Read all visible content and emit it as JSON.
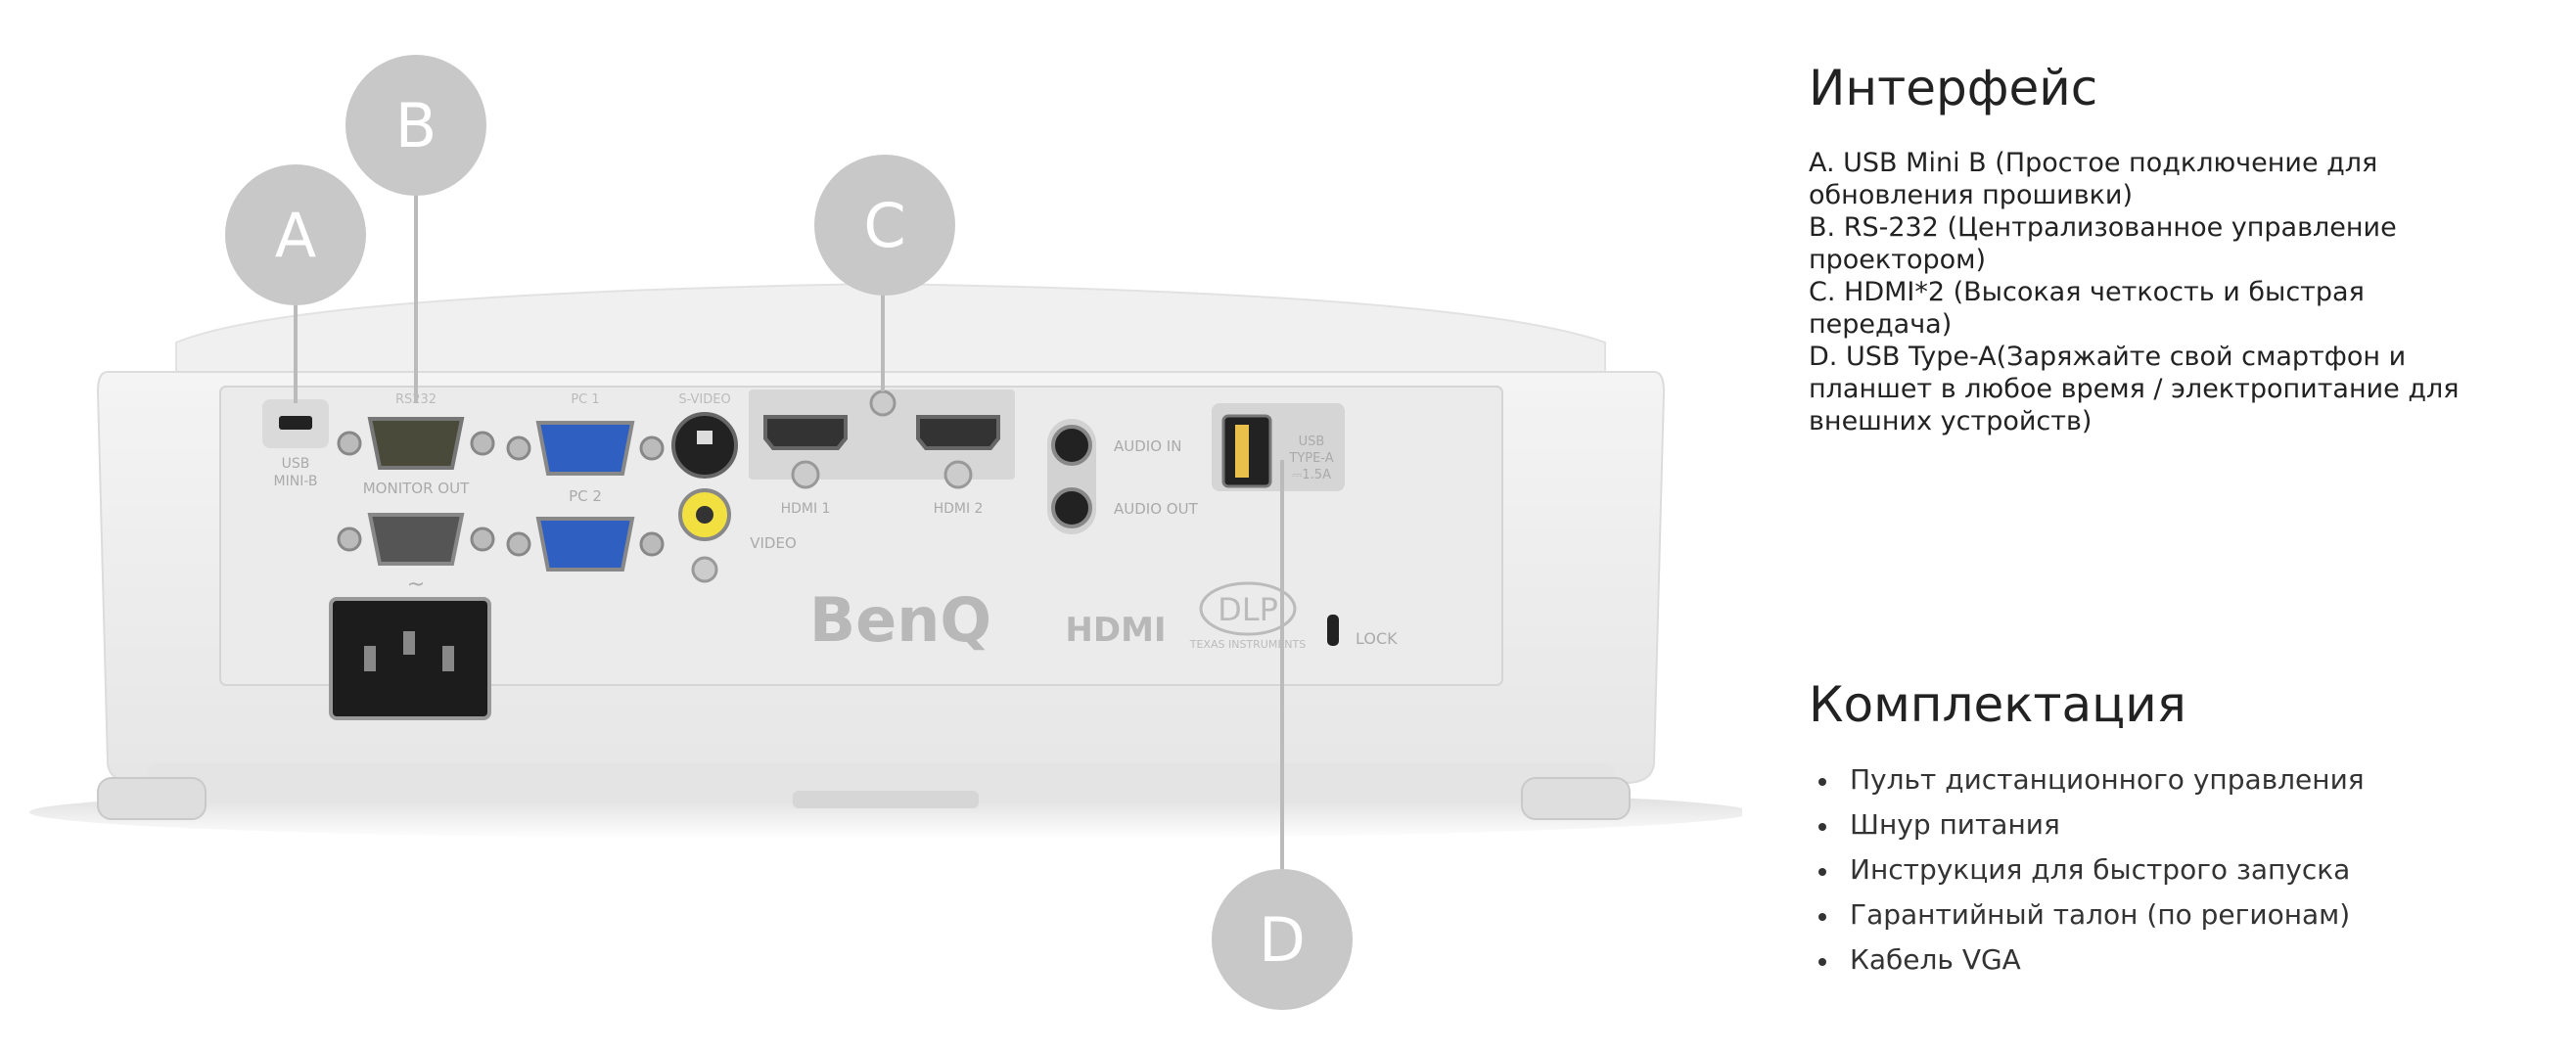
{
  "callouts": {
    "a": "A",
    "b": "B",
    "c": "C",
    "d": "D"
  },
  "projector": {
    "brand": "BenQ",
    "hdmi_logo": "HDMI",
    "dlp_logo": "DLP",
    "dlp_sub": "TEXAS INSTRUMENTS",
    "labels": {
      "usb_mini": [
        "USB",
        "MINI-B"
      ],
      "rs232": "RS232",
      "monitor_out": "MONITOR OUT",
      "pc1": "PC 1",
      "pc2": "PC 2",
      "svideo": "S-VIDEO",
      "video": "VIDEO",
      "hdmi1": "HDMI 1",
      "hdmi2": "HDMI 2",
      "audio_in": "AUDIO IN",
      "audio_out": "AUDIO OUT",
      "usb_typea": [
        "USB",
        "TYPE-A",
        "⎓1.5A"
      ],
      "lock": [
        "LOCK"
      ]
    }
  },
  "interface": {
    "title": "Интерфейс",
    "lines": [
      "A. USB Mini B (Простое подключение для",
      "обновления прошивки)",
      "B. RS-232 (Централизованное управление",
      "проектором)",
      "C. HDMI*2 (Высокая четкость и быстрая",
      "передача)",
      "D. USB Type-A(Заряжайте свой смартфон и",
      "планшет в любое время / электропитание для",
      "внешних устройств)"
    ]
  },
  "package": {
    "title": "Комплектация",
    "items": [
      "Пульт дистанционного управления",
      "Шнур питания",
      "Инструкция для быстрого запуска",
      "Гарантийный талон (по регионам)",
      "Кабель VGA"
    ]
  }
}
